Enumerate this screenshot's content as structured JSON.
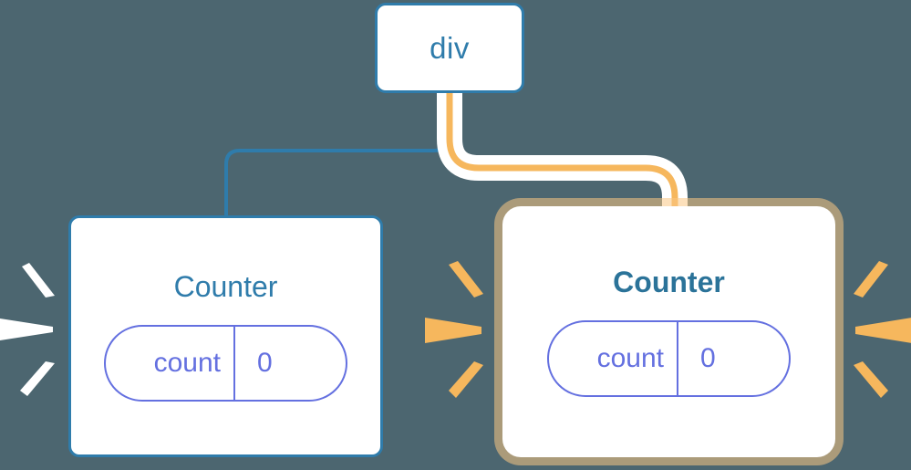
{
  "diagram": {
    "title": "component-tree-rerender",
    "background_color": "#4c6670",
    "nodes": {
      "root": {
        "label": "div",
        "border_color": "#2f7cab",
        "text_color": "#2f7cab",
        "highlighted": false
      },
      "counter_left": {
        "label": "Counter",
        "border_color": "#2f7cab",
        "text_color": "#2f7cab",
        "highlighted": false,
        "prop": {
          "key": "count",
          "value": "0",
          "color": "#6470e0"
        }
      },
      "counter_right": {
        "label": "Counter",
        "border_color": "#f8bd62",
        "text_color": "#2b7399",
        "highlighted": true,
        "prop": {
          "key": "count",
          "value": "0",
          "color": "#6470e0"
        }
      }
    },
    "edges": [
      {
        "id": "edge-root-to-counter-left",
        "from": "root",
        "to": "counter_left",
        "color": "#2f7cab",
        "highlighted": false
      },
      {
        "id": "edge-root-to-counter-right",
        "from": "root",
        "to": "counter_right",
        "color": "#f6b75d",
        "halo_color": "#ffffff",
        "highlighted": true
      }
    ],
    "sparkles": [
      {
        "id": "sparkles-left",
        "color": "#ffffff",
        "count": 3
      },
      {
        "id": "sparkles-mid",
        "color": "#f6b75d",
        "count": 3
      },
      {
        "id": "sparkles-right",
        "color": "#f6b75d",
        "count": 3
      }
    ]
  }
}
